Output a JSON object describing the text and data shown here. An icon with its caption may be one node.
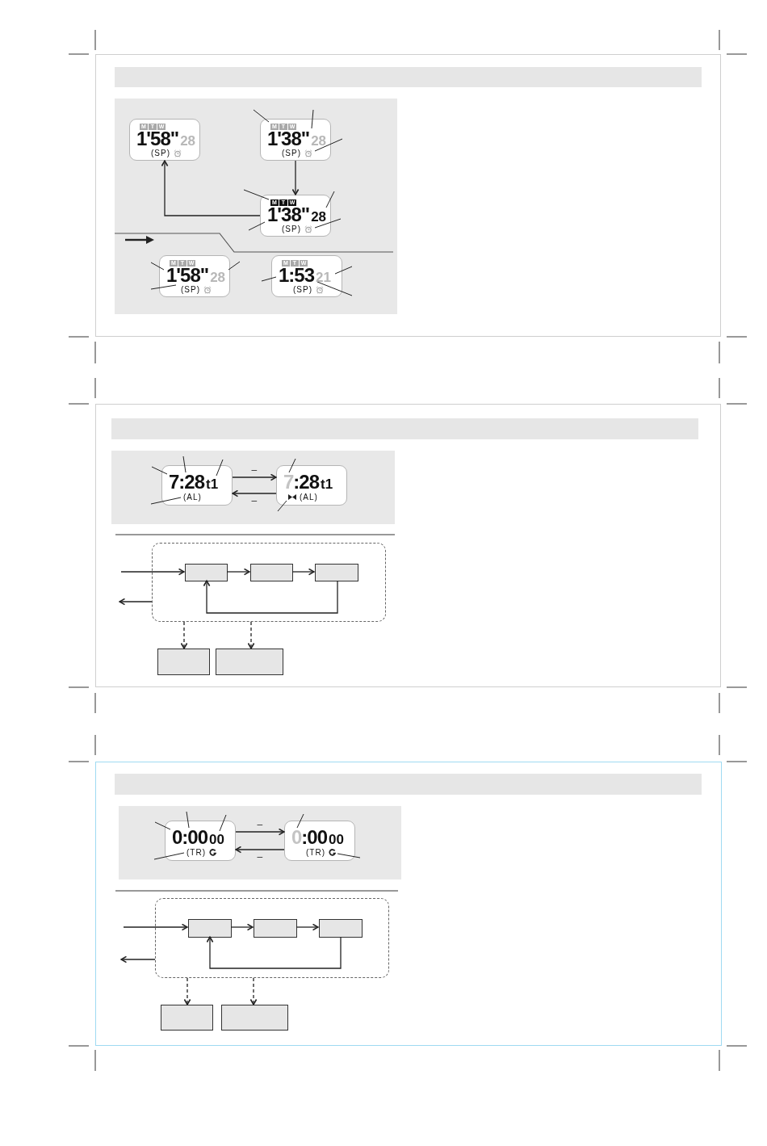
{
  "diagram": {
    "nodes": [
      {
        "text": [
          "M",
          "T",
          "W",
          "1'58\"",
          "28",
          "(SP)"
        ]
      },
      {
        "text": [
          "M",
          "T",
          "W",
          "1'38\"",
          "28",
          "(SP)"
        ]
      },
      {
        "text": [
          "M",
          "T",
          "W",
          "1'38\"",
          "28",
          "(SP)"
        ]
      },
      {
        "text": [
          "M",
          "T",
          "W",
          "1'58\"",
          "28",
          "(SP)"
        ]
      },
      {
        "text": [
          "M",
          "T",
          "W",
          "1:53",
          "21",
          "(SP)"
        ]
      },
      {
        "text": [
          "7:28",
          "t1",
          "(AL)"
        ]
      },
      {
        "text": [
          "7:28",
          "t1",
          "(AL)"
        ]
      },
      {
        "text": [],
        "shape": "box"
      },
      {
        "text": [],
        "shape": "box",
        "in": 7
      },
      {
        "text": [],
        "shape": "box",
        "in": 7
      },
      {
        "text": [],
        "shape": "box",
        "in": 7
      },
      {
        "text": [],
        "shape": "box"
      },
      {
        "text": [],
        "shape": "box"
      },
      {
        "text": [
          "0:00",
          "00",
          "(TR)"
        ]
      },
      {
        "text": [
          "0:00",
          "00",
          "(TR)"
        ]
      },
      {
        "text": [],
        "shape": "box"
      },
      {
        "text": [],
        "shape": "box",
        "in": 15
      },
      {
        "text": [],
        "shape": "box",
        "in": 15
      },
      {
        "text": [],
        "shape": "box",
        "in": 15
      },
      {
        "text": [],
        "shape": "box"
      },
      {
        "text": [],
        "shape": "box"
      }
    ],
    "edges": [
      {
        "from": 1,
        "to": 2,
        "arrow": "to"
      },
      {
        "from": 2,
        "to": 0,
        "arrow": "to"
      },
      {
        "from": 5,
        "to": 6,
        "arrow": "to",
        "label": "–"
      },
      {
        "from": 6,
        "to": 5,
        "arrow": "to",
        "label": "–"
      },
      {
        "from": null,
        "to": 8,
        "arrow": "to"
      },
      {
        "from": 8,
        "to": 9,
        "arrow": "to"
      },
      {
        "from": 9,
        "to": 10,
        "arrow": "to"
      },
      {
        "from": 10,
        "to": 8,
        "arrow": "to"
      },
      {
        "from": 7,
        "to": null,
        "arrow": "to"
      },
      {
        "from": 7,
        "to": 11,
        "arrow": "to",
        "style": "dashed"
      },
      {
        "from": 7,
        "to": 12,
        "arrow": "to",
        "style": "dashed"
      },
      {
        "from": 13,
        "to": 14,
        "arrow": "to",
        "label": "–"
      },
      {
        "from": 14,
        "to": 13,
        "arrow": "to",
        "label": "–"
      },
      {
        "from": null,
        "to": 16,
        "arrow": "to"
      },
      {
        "from": 16,
        "to": 17,
        "arrow": "to"
      },
      {
        "from": 17,
        "to": 18,
        "arrow": "to"
      },
      {
        "from": 18,
        "to": 16,
        "arrow": "to"
      },
      {
        "from": 15,
        "to": null,
        "arrow": "to"
      },
      {
        "from": 15,
        "to": 19,
        "arrow": "to",
        "style": "dashed"
      },
      {
        "from": 15,
        "to": 20,
        "arrow": "to",
        "style": "dashed"
      },
      {
        "from": null,
        "to": 1,
        "arrow": "none"
      },
      {
        "from": null,
        "to": 1,
        "arrow": "none"
      },
      {
        "from": null,
        "to": 1,
        "arrow": "none"
      },
      {
        "from": null,
        "to": 2,
        "arrow": "none"
      },
      {
        "from": null,
        "to": 2,
        "arrow": "none"
      },
      {
        "from": null,
        "to": 2,
        "arrow": "none"
      },
      {
        "from": null,
        "to": 2,
        "arrow": "none"
      },
      {
        "from": null,
        "to": 3,
        "arrow": "none"
      },
      {
        "from": null,
        "to": 3,
        "arrow": "none"
      },
      {
        "from": null,
        "to": 3,
        "arrow": "none"
      },
      {
        "from": null,
        "to": 4,
        "arrow": "none"
      },
      {
        "from": null,
        "to": 4,
        "arrow": "none"
      },
      {
        "from": null,
        "to": 4,
        "arrow": "none"
      },
      {
        "from": null,
        "to": 5,
        "arrow": "none"
      },
      {
        "from": null,
        "to": 5,
        "arrow": "none"
      },
      {
        "from": null,
        "to": 5,
        "arrow": "none"
      },
      {
        "from": null,
        "to": 5,
        "arrow": "none"
      },
      {
        "from": null,
        "to": 6,
        "arrow": "none"
      },
      {
        "from": null,
        "to": 6,
        "arrow": "none"
      },
      {
        "from": null,
        "to": 13,
        "arrow": "none"
      },
      {
        "from": null,
        "to": 13,
        "arrow": "none"
      },
      {
        "from": null,
        "to": 13,
        "arrow": "none"
      },
      {
        "from": null,
        "to": 13,
        "arrow": "none"
      },
      {
        "from": null,
        "to": 14,
        "arrow": "none"
      },
      {
        "from": null,
        "to": 14,
        "arrow": "none"
      }
    ]
  }
}
